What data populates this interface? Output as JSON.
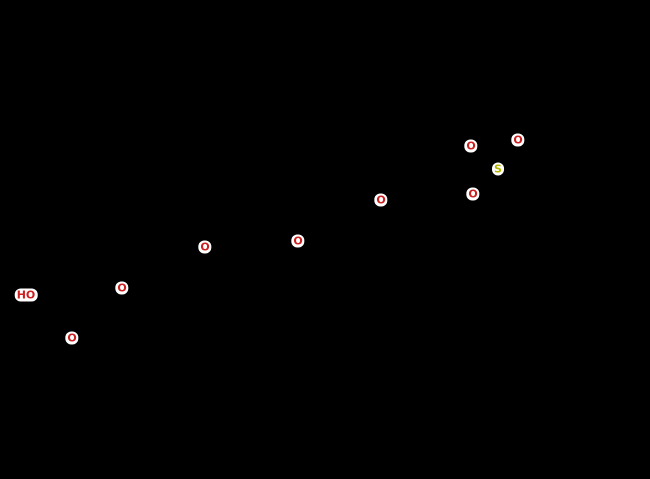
{
  "molecule": {
    "background_color": "#000000",
    "label_background": "#ffffff",
    "oxygen_color": "#cc1f1f",
    "sulfur_color": "#b5b500",
    "atoms": [
      {
        "label": "HO",
        "element": "O"
      },
      {
        "label": "O",
        "element": "O"
      },
      {
        "label": "O",
        "element": "O"
      },
      {
        "label": "O",
        "element": "O"
      },
      {
        "label": "O",
        "element": "O"
      },
      {
        "label": "O",
        "element": "O"
      },
      {
        "label": "O",
        "element": "O"
      },
      {
        "label": "O",
        "element": "O"
      },
      {
        "label": "S",
        "element": "S"
      },
      {
        "label": "O",
        "element": "O"
      }
    ]
  }
}
